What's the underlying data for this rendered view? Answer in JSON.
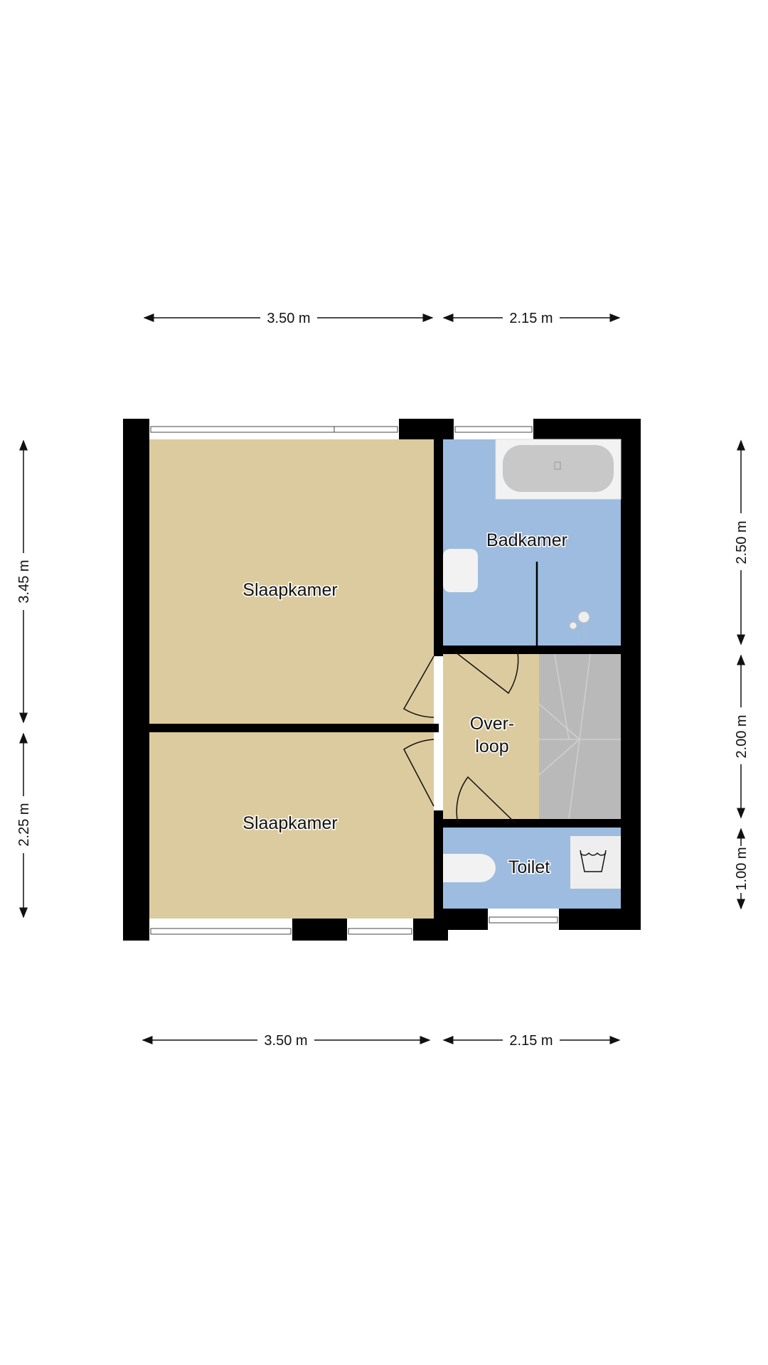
{
  "colors": {
    "bedroom": "#dccb9e",
    "wet_room": "#9dbce0",
    "stairs": "#b9b9b9",
    "wall": "#000000",
    "background": "#ffffff"
  },
  "dimensions": {
    "top": [
      "3.50 m",
      "2.15 m"
    ],
    "bottom": [
      "3.50 m",
      "2.15 m"
    ],
    "left": [
      "3.45 m",
      "2.25 m"
    ],
    "right": [
      "2.50 m",
      "2.00 m",
      "1.00 m"
    ]
  },
  "rooms": {
    "bedroom_1": "Slaapkamer",
    "bedroom_2": "Slaapkamer",
    "bathroom": "Badkamer",
    "landing_line1": "Over-",
    "landing_line2": "loop",
    "toilet": "Toilet"
  }
}
